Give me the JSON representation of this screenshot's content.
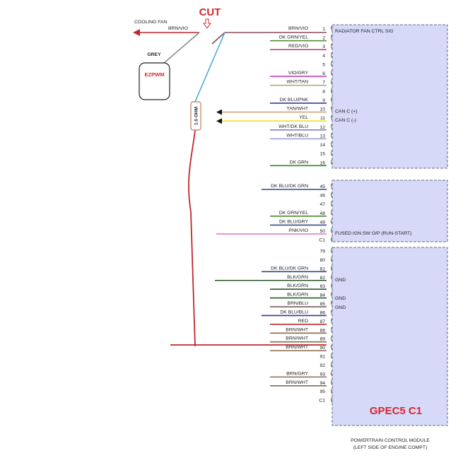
{
  "header": {
    "cut_label": "CUT",
    "cooling_fan_label": "COOLING FAN",
    "cooling_fan_wire": "BRN/VIO",
    "grey_label": "GREY",
    "ezpwm_label": "EZPWM",
    "resistor_label": "1.5 OHM"
  },
  "module": {
    "name": "GPEC5 C1",
    "caption_line1": "POWERTRAIN CONTROL MODULE",
    "caption_line2": "(LEFT SIDE OF ENGINE COMPT)",
    "fill_color": "#d6d9f7",
    "border_color": "#6c6c80"
  },
  "colors": {
    "red_wire": "#c0272d",
    "blue_wire": "#4aa3df",
    "brown_wire": "#8a4b3a",
    "title_red": "#d6282e"
  },
  "pins": [
    {
      "num": "1",
      "wire": "BRN/VIO",
      "color": "#8a4b5a",
      "desc": "RADIATOR FAN CTRL SIG"
    },
    {
      "num": "2",
      "wire": "DK GRN/YEL",
      "color": "#4a8a2a",
      "desc": ""
    },
    {
      "num": "3",
      "wire": "RED/VIO",
      "color": "#c0307a",
      "desc": ""
    },
    {
      "num": "4",
      "wire": "",
      "color": "",
      "desc": ""
    },
    {
      "num": "5",
      "wire": "",
      "color": "",
      "desc": ""
    },
    {
      "num": "6",
      "wire": "VIO/GRY",
      "color": "#c040c0",
      "desc": ""
    },
    {
      "num": "7",
      "wire": "WHT/TAN",
      "color": "#b8a880",
      "desc": ""
    },
    {
      "num": "8",
      "wire": "",
      "color": "",
      "desc": ""
    },
    {
      "num": "9",
      "wire": "DK BLU/PNK",
      "color": "#3a3a8a",
      "desc": ""
    },
    {
      "num": "10",
      "wire": "TAN/WHT",
      "color": "#c8a878",
      "desc": "CAN C (+)",
      "arrow": true
    },
    {
      "num": "11",
      "wire": "YEL",
      "color": "#f0e020",
      "desc": "CAN C (-)",
      "arrow": true
    },
    {
      "num": "12",
      "wire": "WHT/DK BLU",
      "color": "#8080c0",
      "desc": ""
    },
    {
      "num": "13",
      "wire": "WHT/BLU",
      "color": "#a0a0d0",
      "desc": ""
    },
    {
      "num": "14",
      "wire": "",
      "color": "",
      "desc": ""
    },
    {
      "num": "15",
      "wire": "",
      "color": "",
      "desc": ""
    },
    {
      "num": "16",
      "wire": "DK GRN",
      "color": "#2a8a2a",
      "desc": ""
    },
    {
      "num": "45",
      "wire": "DK BLU/DK GRN",
      "color": "#2a4a8a",
      "desc": ""
    },
    {
      "num": "46",
      "wire": "",
      "color": "",
      "desc": ""
    },
    {
      "num": "47",
      "wire": "",
      "color": "",
      "desc": ""
    },
    {
      "num": "48",
      "wire": "DK GRN/YEL",
      "color": "#4a8a2a",
      "desc": ""
    },
    {
      "num": "49",
      "wire": "DK BLU/GRY",
      "color": "#3a4a8a",
      "desc": ""
    },
    {
      "num": "50",
      "wire": "PNK/VIO",
      "color": "#e070c0",
      "desc": "FUSED IGN SW O/P (RUN-START)"
    },
    {
      "num": "C1",
      "wire": "",
      "color": "",
      "desc": ""
    },
    {
      "num": "79",
      "wire": "",
      "color": "",
      "desc": ""
    },
    {
      "num": "80",
      "wire": "",
      "color": "",
      "desc": ""
    },
    {
      "num": "81",
      "wire": "DK BLU/DK GRN",
      "color": "#2a4a8a",
      "desc": ""
    },
    {
      "num": "82",
      "wire": "BLK/GRN",
      "color": "#2a5a2a",
      "desc": "GND"
    },
    {
      "num": "83",
      "wire": "BLK/GRN",
      "color": "#2a5a2a",
      "desc": "GND"
    },
    {
      "num": "84",
      "wire": "BLK/GRN",
      "color": "#2a5a2a",
      "desc": "GND"
    },
    {
      "num": "85",
      "wire": "BRN/BLU",
      "color": "#7a5a5a",
      "desc": ""
    },
    {
      "num": "86",
      "wire": "DK BLU/BLU",
      "color": "#2a3a9a",
      "desc": ""
    },
    {
      "num": "87",
      "wire": "RED",
      "color": "#c0272d",
      "desc": ""
    },
    {
      "num": "88",
      "wire": "BRN/WHT",
      "color": "#8a6a4a",
      "desc": ""
    },
    {
      "num": "89",
      "wire": "BRN/WHT",
      "color": "#8a6a4a",
      "desc": ""
    },
    {
      "num": "90",
      "wire": "BRN/WHT",
      "color": "#8a6a4a",
      "desc": ""
    },
    {
      "num": "91",
      "wire": "",
      "color": "",
      "desc": ""
    },
    {
      "num": "92",
      "wire": "",
      "color": "",
      "desc": ""
    },
    {
      "num": "93",
      "wire": "BRN/GRY",
      "color": "#8a6a5a",
      "desc": ""
    },
    {
      "num": "94",
      "wire": "BRN/WHT",
      "color": "#8a6a4a",
      "desc": ""
    },
    {
      "num": "95",
      "wire": "",
      "color": "",
      "desc": ""
    },
    {
      "num": "C1",
      "wire": "",
      "color": "",
      "desc": ""
    }
  ]
}
